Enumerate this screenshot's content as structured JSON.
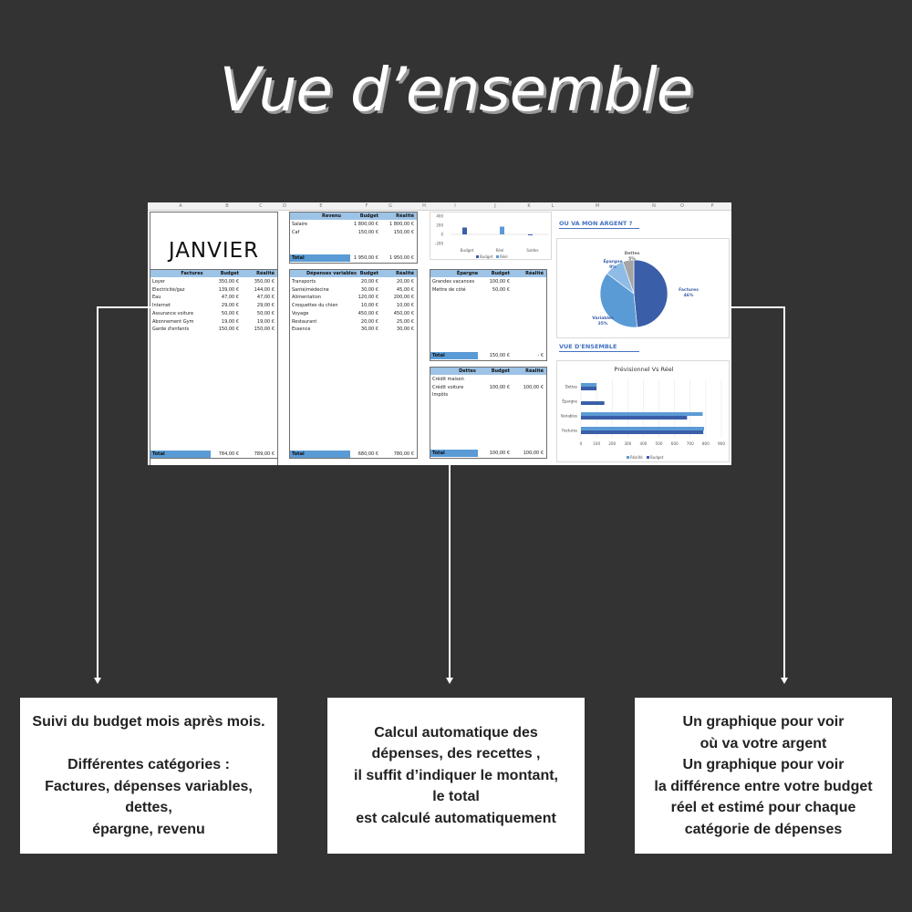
{
  "title": "Vue d’ensemble",
  "sheet": {
    "columns": [
      "A",
      "B",
      "C",
      "D",
      "E",
      "F",
      "G",
      "H",
      "I",
      "J",
      "K",
      "L",
      "M",
      "N",
      "O",
      "P"
    ],
    "month": "JANVIER",
    "budget_label": "Budget",
    "reel_label": "Réalité",
    "total_label": "Total",
    "factures": {
      "header": "Factures",
      "rows": [
        {
          "label": "Loyer",
          "budget": "350,00 €",
          "reel": "350,00 €"
        },
        {
          "label": "Electricité/gaz",
          "budget": "139,00 €",
          "reel": "144,00 €"
        },
        {
          "label": "Eau",
          "budget": "47,00 €",
          "reel": "47,00 €"
        },
        {
          "label": "Internet",
          "budget": "29,00 €",
          "reel": "29,00 €"
        },
        {
          "label": "Assurance voiture",
          "budget": "50,00 €",
          "reel": "50,00 €"
        },
        {
          "label": "Abonnement Gym",
          "budget": "19,00 €",
          "reel": "19,00 €"
        },
        {
          "label": "Garde d'enfants",
          "budget": "150,00 €",
          "reel": "150,00 €"
        }
      ],
      "total_budget": "784,00 €",
      "total_reel": "789,00 €"
    },
    "revenu": {
      "header": "Revenu",
      "rows": [
        {
          "label": "Salaire",
          "budget": "1 800,00 €",
          "reel": "1 800,00 €"
        },
        {
          "label": "Caf",
          "budget": "150,00 €",
          "reel": "150,00 €"
        }
      ],
      "total_budget": "1 950,00 €",
      "total_reel": "1 950,00 €"
    },
    "variables": {
      "header": "Dépenses variables",
      "rows": [
        {
          "label": "Transports",
          "budget": "20,00 €",
          "reel": "20,00 €"
        },
        {
          "label": "Santé/médecine",
          "budget": "30,00 €",
          "reel": "45,00 €"
        },
        {
          "label": "Alimentation",
          "budget": "120,00 €",
          "reel": "200,00 €"
        },
        {
          "label": "Croquettes du chien",
          "budget": "10,00 €",
          "reel": "10,00 €"
        },
        {
          "label": "Voyage",
          "budget": "450,00 €",
          "reel": "450,00 €"
        },
        {
          "label": "Restaurant",
          "budget": "20,00 €",
          "reel": "25,00 €"
        },
        {
          "label": "Essence",
          "budget": "30,00 €",
          "reel": "30,00 €"
        }
      ],
      "total_budget": "680,00 €",
      "total_reel": "780,00 €"
    },
    "epargne": {
      "header": "Épargne",
      "rows": [
        {
          "label": "Grandes vacances",
          "budget": "100,00 €",
          "reel": ""
        },
        {
          "label": "Mettre de côté",
          "budget": "50,00 €",
          "reel": ""
        }
      ],
      "total_budget": "150,00 €",
      "total_reel": "-   €"
    },
    "dettes": {
      "header": "Dettes",
      "rows": [
        {
          "label": "Crédit maison",
          "budget": "",
          "reel": ""
        },
        {
          "label": "Crédit voiture",
          "budget": "100,00 €",
          "reel": "100,00 €"
        },
        {
          "label": "Impôts",
          "budget": "",
          "reel": ""
        }
      ],
      "total_budget": "100,00 €",
      "total_reel": "100,00 €"
    },
    "section_money": "OU VA MON ARGENT ?",
    "section_overview": "VUE D'ENSEMBLE"
  },
  "chart_data": [
    {
      "type": "bar",
      "categories": [
        "Budget",
        "Réel",
        "Soldes"
      ],
      "series": [
        {
          "name": "Budget",
          "values": [
            150,
            0,
            -20
          ]
        },
        {
          "name": "Réel",
          "values": [
            0,
            170,
            0
          ]
        }
      ],
      "yticks": [
        -200,
        0,
        200,
        400
      ],
      "ylim": [
        -200,
        400
      ],
      "colors": [
        "#3a5ea8",
        "#5b9bd5"
      ]
    },
    {
      "type": "pie",
      "labels": [
        "Factures",
        "Variables",
        "Épargne",
        "Dettes"
      ],
      "percent_labels": [
        "46%",
        "35%",
        "9%",
        "5%"
      ],
      "values": [
        46,
        35,
        9,
        5
      ],
      "colors": [
        "#3a5ea8",
        "#5b9bd5",
        "#8fbce6",
        "#a5a5a5"
      ]
    },
    {
      "type": "bar",
      "orientation": "horizontal",
      "title": "Prévisionnel Vs Réel",
      "categories": [
        "Dettes",
        "Épargne",
        "Variables",
        "Factures"
      ],
      "series": [
        {
          "name": "Réalité",
          "values": [
            100,
            0,
            780,
            789
          ]
        },
        {
          "name": "Budget",
          "values": [
            100,
            150,
            680,
            784
          ]
        }
      ],
      "xticks": [
        0,
        100,
        200,
        300,
        400,
        500,
        600,
        700,
        800,
        900
      ],
      "xlim": [
        0,
        900
      ],
      "colors": [
        "#5b9bd5",
        "#3a5ea8"
      ]
    }
  ],
  "callouts": [
    {
      "text": "Suivi du budget mois après mois.\n\nDifférentes catégories :\nFactures, dépenses variables,\ndettes,\népargne, revenu"
    },
    {
      "text": "Calcul automatique des\ndépenses, des recettes ,\nil suffit d’indiquer le montant,\nle total\nest calculé automatiquement"
    },
    {
      "text": "Un graphique pour voir\noù va votre argent\nUn graphique pour voir\nla différence entre votre budget\nréel et estimé pour chaque\ncatégorie de dépenses"
    }
  ]
}
